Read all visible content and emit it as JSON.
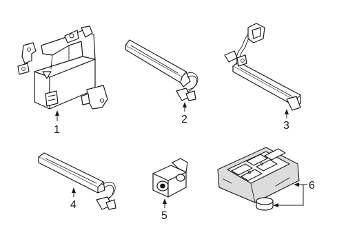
{
  "callouts": [
    {
      "id": "1",
      "label": "1"
    },
    {
      "id": "2",
      "label": "2"
    },
    {
      "id": "3",
      "label": "3"
    },
    {
      "id": "4",
      "label": "4"
    },
    {
      "id": "5",
      "label": "5"
    },
    {
      "id": "6",
      "label": "6"
    }
  ],
  "colors": {
    "line": "#1a1a1a",
    "background": "#ffffff",
    "fill": "#ffffff",
    "shade": "#dcdcdc"
  }
}
